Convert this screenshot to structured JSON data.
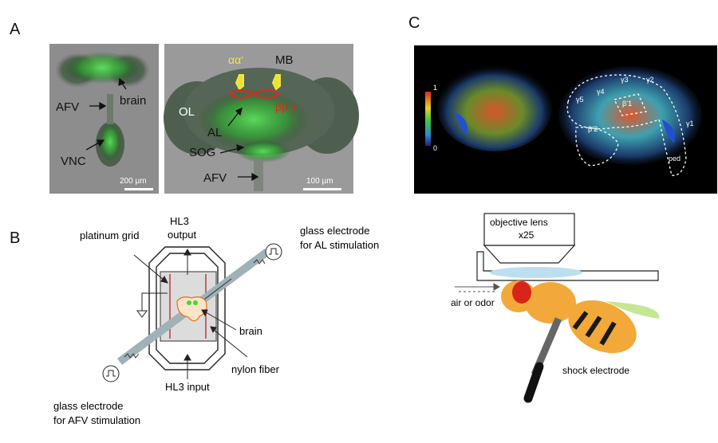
{
  "panels": {
    "a": "A",
    "b": "B",
    "c": "C"
  },
  "panel_a": {
    "left_labels": {
      "afv": "AFV",
      "brain": "brain",
      "vnc": "VNC",
      "scale": "200 µm"
    },
    "right_labels": {
      "aa": "αα‘",
      "mb": "MB",
      "bb": "ββ’γ",
      "ol": "OL",
      "al": "AL",
      "sog": "SOG",
      "afv": "AFV",
      "scale": "100 µm"
    }
  },
  "panel_b": {
    "hl3_output_line1": "HL3",
    "hl3_output_line2": "output",
    "platinum_grid": "platinum grid",
    "glass_al_line1": "glass electrode",
    "glass_al_line2": "for AL stimulation",
    "brain": "brain",
    "nylon_fiber": "nylon fiber",
    "hl3_input": "HL3 input",
    "glass_afv_line1": "glass electrode",
    "glass_afv_line2": "for AFV stimulation"
  },
  "panel_c": {
    "colorbar_max": "1",
    "colorbar_min": "0",
    "regions": {
      "g5": "γ5",
      "g4": "γ4",
      "g3": "γ3",
      "g2": "γ2",
      "b1": "β’1",
      "b2": "β’2",
      "g1": "γ1",
      "ped": "ped"
    },
    "objective_line1": "objective lens",
    "objective_line2": "x25",
    "air_or_odor": "air or odor",
    "shock_electrode": "shock electrode"
  },
  "colors": {
    "green_fluor": "#3fd83f",
    "yellow_label": "#f4e83a",
    "red_label": "#e0261f",
    "grey_bg": "#8a8a8a",
    "bee_orange": "#f2a93a",
    "eye_red": "#d9241c",
    "lens_blue": "#bcdff0"
  }
}
